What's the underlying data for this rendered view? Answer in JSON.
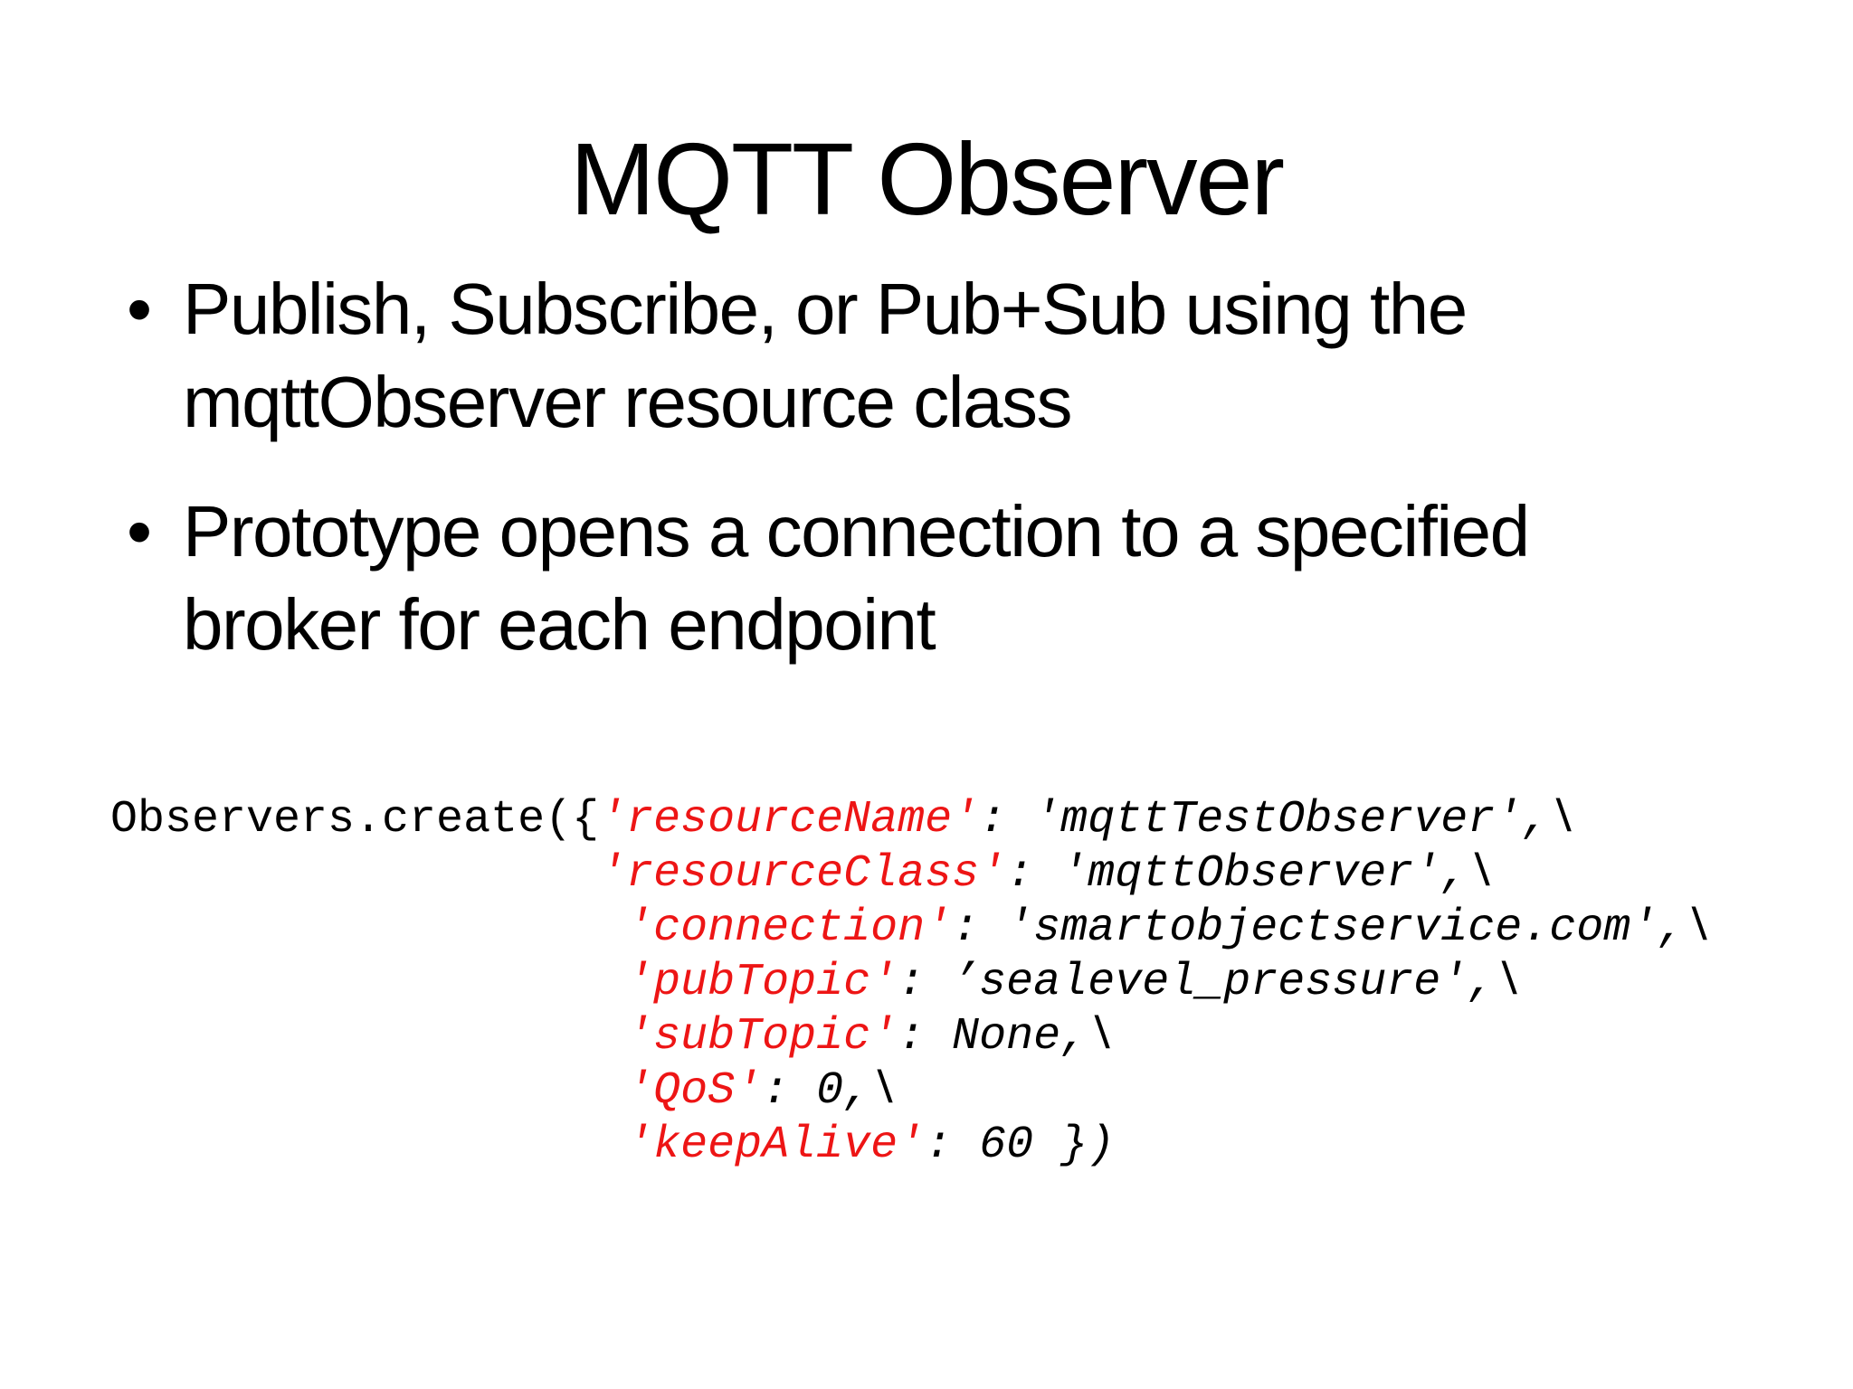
{
  "slide": {
    "title": "MQTT Observer",
    "background_color": "#ffffff",
    "text_color": "#000000",
    "bullet_char": "•",
    "bullets": [
      {
        "line1": "Publish, Subscribe, or Pub+Sub using the",
        "line2": "mqttObserver resource class"
      },
      {
        "line1": "Prototype opens a connection to a specified",
        "line2": "broker for each endpoint"
      }
    ],
    "code": {
      "key_color": "#ed1515",
      "plain_color": "#000000",
      "lines": [
        [
          {
            "text": "Observers.create({",
            "style": "plain"
          },
          {
            "text": "'resourceName'",
            "style": "key"
          },
          {
            "text": ": 'mqttTestObserver',\\",
            "style": "value"
          }
        ],
        [
          {
            "text": "                  ",
            "style": "value"
          },
          {
            "text": "'resourceClass'",
            "style": "key"
          },
          {
            "text": ": 'mqttObserver',\\",
            "style": "value"
          }
        ],
        [
          {
            "text": "                   ",
            "style": "value"
          },
          {
            "text": "'connection'",
            "style": "key"
          },
          {
            "text": ": 'smartobjectservice.com',\\",
            "style": "value"
          }
        ],
        [
          {
            "text": "                   ",
            "style": "value"
          },
          {
            "text": "'pubTopic'",
            "style": "key"
          },
          {
            "text": ": ’sealevel_pressure',\\",
            "style": "value"
          }
        ],
        [
          {
            "text": "                   ",
            "style": "value"
          },
          {
            "text": "'subTopic'",
            "style": "key"
          },
          {
            "text": ": None,\\",
            "style": "value"
          }
        ],
        [
          {
            "text": "                   ",
            "style": "value"
          },
          {
            "text": "'QoS'",
            "style": "key"
          },
          {
            "text": ": 0,\\",
            "style": "value"
          }
        ],
        [
          {
            "text": "                   ",
            "style": "value"
          },
          {
            "text": "'keepAlive'",
            "style": "key"
          },
          {
            "text": ": 60 })",
            "style": "value"
          }
        ]
      ]
    }
  }
}
